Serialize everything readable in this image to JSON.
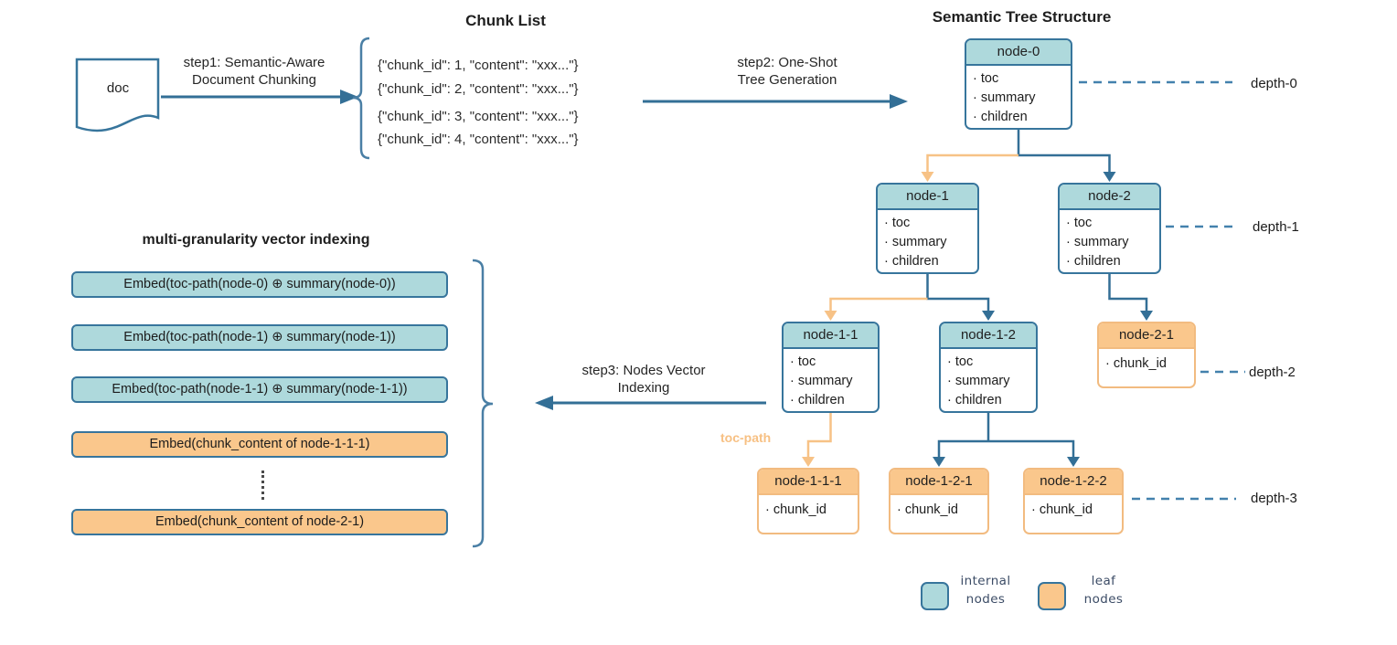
{
  "pipeline": {
    "doc_label": "doc",
    "step1_label": "step1: Semantic-Aware\nDocument Chunking",
    "step2_label": "step2: One-Shot\nTree Generation",
    "step3_label": "step3: Nodes Vector\nIndexing"
  },
  "chunk_list": {
    "title": "Chunk List",
    "items": [
      "{\"chunk_id\": 1, \"content\": \"xxx...\"}",
      "{\"chunk_id\": 2, \"content\": \"xxx...\"}",
      "{\"chunk_id\": 3, \"content\": \"xxx...\"}",
      "{\"chunk_id\": 4, \"content\": \"xxx...\"}"
    ]
  },
  "tree": {
    "title": "Semantic Tree Structure",
    "toc_path_label": "toc-path",
    "nodes": [
      {
        "title": "node-0",
        "type": "internal",
        "fields": [
          "· toc",
          "· summary",
          "· children"
        ]
      },
      {
        "title": "node-1",
        "type": "internal",
        "fields": [
          "· toc",
          "· summary",
          "· children"
        ]
      },
      {
        "title": "node-2",
        "type": "internal",
        "fields": [
          "· toc",
          "· summary",
          "· children"
        ]
      },
      {
        "title": "node-1-1",
        "type": "internal",
        "fields": [
          "· toc",
          "· summary",
          "· children"
        ]
      },
      {
        "title": "node-1-2",
        "type": "internal",
        "fields": [
          "· toc",
          "· summary",
          "· children"
        ]
      },
      {
        "title": "node-2-1",
        "type": "leaf",
        "fields": [
          "· chunk_id"
        ]
      },
      {
        "title": "node-1-1-1",
        "type": "leaf",
        "fields": [
          "· chunk_id"
        ]
      },
      {
        "title": "node-1-2-1",
        "type": "leaf",
        "fields": [
          "· chunk_id"
        ]
      },
      {
        "title": "node-1-2-2",
        "type": "leaf",
        "fields": [
          "· chunk_id"
        ]
      }
    ],
    "depth_labels": [
      "depth-0",
      "depth-1",
      "depth-2",
      "depth-3"
    ]
  },
  "indexing": {
    "title": "multi-granularity vector indexing",
    "internal_items": [
      "Embed(toc-path(node-0) ⊕ summary(node-0))",
      "Embed(toc-path(node-1) ⊕ summary(node-1))",
      "Embed(toc-path(node-1-1) ⊕ summary(node-1-1))"
    ],
    "leaf_items": [
      "Embed(chunk_content of node-1-1-1)",
      "Embed(chunk_content of node-2-1)"
    ]
  },
  "legend": {
    "internal_label": "internal\nnodes",
    "leaf_label": "leaf\nnodes"
  },
  "colors": {
    "blue": "#37759c",
    "internal_fill": "#aed9dc",
    "leaf_fill": "#fac78c",
    "orange_stroke": "#f5bf82",
    "dashed_blue": "#4381ad"
  }
}
